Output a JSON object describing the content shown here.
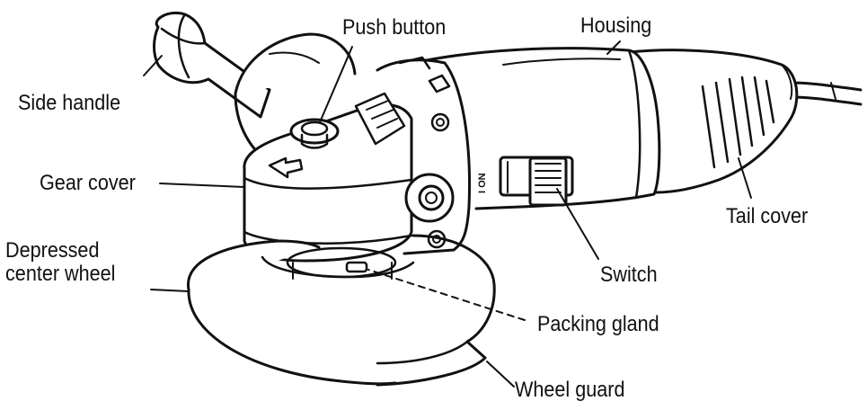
{
  "labels": {
    "push_button": "Push button",
    "housing": "Housing",
    "side_handle": "Side handle",
    "gear_cover": "Gear cover",
    "tail_cover": "Tail cover",
    "depressed_center_wheel_1": "Depressed",
    "depressed_center_wheel_2": "center wheel",
    "switch": "Switch",
    "packing_gland": "Packing gland",
    "wheel_guard": "Wheel guard"
  },
  "switch_marking": "I ON",
  "colors": {
    "ink": "#111111",
    "background": "#ffffff"
  }
}
